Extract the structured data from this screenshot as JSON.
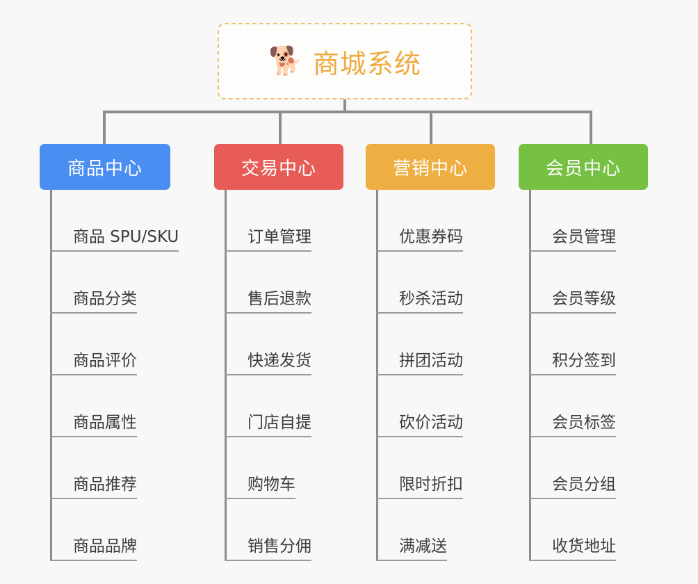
{
  "diagram": {
    "title": "商城系统",
    "background_color": "#f8f8f8",
    "root": {
      "label": "商城系统",
      "icon": "shiba-dog-face-icon",
      "icon_glyph": "🐕",
      "text_color": "#eeab3f",
      "border_color": "#f0c070",
      "background_color": "#fdfdfc"
    },
    "connector_color": "#8c8c8c",
    "categories": [
      {
        "label": "商品中心",
        "color": "#4a8ef2",
        "items": [
          "商品 SPU/SKU",
          "商品分类",
          "商品评价",
          "商品属性",
          "商品推荐",
          "商品品牌"
        ]
      },
      {
        "label": "交易中心",
        "color": "#e85c58",
        "items": [
          "订单管理",
          "售后退款",
          "快递发货",
          "门店自提",
          "购物车",
          "销售分佣"
        ]
      },
      {
        "label": "营销中心",
        "color": "#eeae41",
        "items": [
          "优惠券码",
          "秒杀活动",
          "拼团活动",
          "砍价活动",
          "限时折扣",
          "满减送"
        ]
      },
      {
        "label": "会员中心",
        "color": "#76c043",
        "items": [
          "会员管理",
          "会员等级",
          "积分签到",
          "会员标签",
          "会员分组",
          "收货地址"
        ]
      }
    ]
  }
}
